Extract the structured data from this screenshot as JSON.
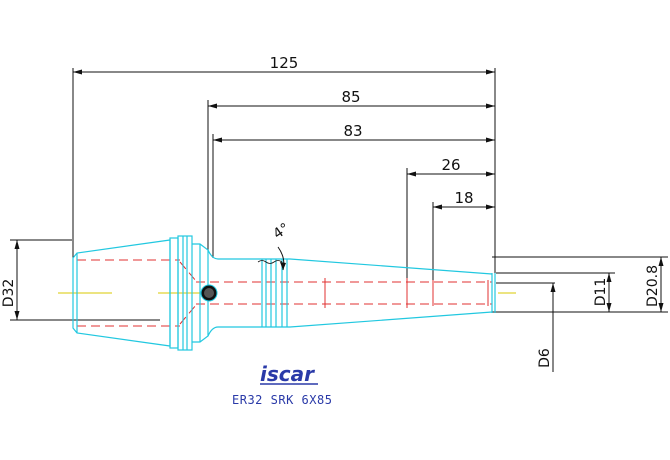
{
  "dimensions": {
    "overall_length": "125",
    "gauge_length": "85",
    "body_length": "83",
    "length_26": "26",
    "length_18": "18",
    "taper_angle": "4°",
    "collet_diameter": "D32",
    "tip_diameter": "D20.8",
    "bore_diameter": "D11",
    "shank_diameter": "D6"
  },
  "brand": {
    "logo": "iscar",
    "designation": "ER32 SRK 6X85"
  },
  "colors": {
    "outline": "#22c8e0",
    "hidden": "#e03030",
    "center": "#e0d000",
    "dimension": "#111111",
    "brand": "#2a3aa8"
  }
}
